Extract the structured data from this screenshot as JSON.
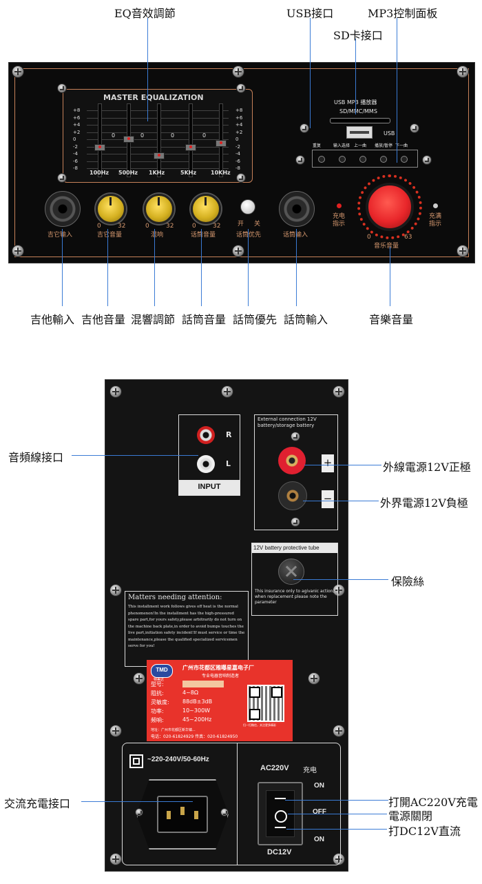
{
  "top_labels": {
    "eq": "EQ音效調節",
    "usb": "USB接口",
    "mp3": "MP3控制面板",
    "sd": "SD卡接口"
  },
  "bottom_labels": [
    "吉他輸入",
    "吉他音量",
    "混響調節",
    "話筒音量",
    "話筒優先",
    "話筒輸入",
    "音樂音量"
  ],
  "front_panel": {
    "eq_title": "MASTER EQUALIZATION",
    "eq_scale": [
      "+8",
      "+6",
      "+4",
      "+2",
      "0",
      "-2",
      "-4",
      "-6",
      "-8"
    ],
    "eq_bands": [
      "100Hz",
      "500Hz",
      "1KHz",
      "5KHz",
      "10KHz"
    ],
    "eq_zero": "0",
    "usb_title": "USB MP3 播放器",
    "sd_text": "SD/MMC/MMS",
    "usb_text": "USB",
    "mp3_buttons": [
      "重复",
      "输入选择",
      "上一曲",
      "播放/暂停",
      "下一曲"
    ],
    "controls": [
      "吉它输入",
      "吉它音量",
      "混响",
      "话筒音量",
      "话筒优先",
      "话筒输入",
      "音乐音量"
    ],
    "knob_min": "0",
    "knob_max": "32",
    "music_max": "63",
    "switch_on": "开",
    "switch_off": "关",
    "charge_indicator": "充电指示",
    "full_indicator": "充满指示"
  },
  "back_panel": {
    "input_label": "INPUT",
    "input_r": "R",
    "input_l": "L",
    "ext_title": "External connection 12V battery/storage battery",
    "plus": "+",
    "minus": "−",
    "fuse_title": "12V battery protective tube",
    "fuse_note": "This insurance only to agivanic action, when replacement please note the parameter",
    "notice_title": "Matters needing attention:",
    "notice_body": "This installment work follows gives off heat is the normal phenomenon!In the installment has the high-pressured spare part,for yours safety,please arbitrarily do not turn on the machine back plate,in order to avoid bumps touches the live part,initiation safety incident!If must service or time the maintenance,please the qualified specialized servicemen serve for you!",
    "voltage": "~220-240V/50-60Hz",
    "ac_label": "AC220V",
    "charge_label": "充电",
    "dc_label": "DC12V",
    "switch_on_top": "ON",
    "switch_off": "OFF",
    "switch_on_bottom": "ON",
    "sticker": {
      "logo": "TMD",
      "logo_sub": "特美达",
      "company": "广州市花都区雅曝星嘉电子厂",
      "company_sub": "专业电器音响制造者",
      "rows": [
        [
          "型号:",
          ""
        ],
        [
          "阻抗:",
          "4~8Ω"
        ],
        [
          "灵敏度:",
          "88dB±3dB"
        ],
        [
          "功率:",
          "10~300W"
        ],
        [
          "频响:",
          "45~200Hz"
        ]
      ],
      "address": "地址：广州市花都区新华镇...",
      "phone": "电话：020-61824929  传真：020-61824950",
      "qr_caption": "扫一扫微信，关注更多精彩"
    }
  },
  "back_labels": {
    "audio_in": "音頻線接口",
    "ext_plus": "外線電源12V正極",
    "ext_minus": "外界電源12V負極",
    "fuse": "保險絲",
    "ac_in": "交流充電接口",
    "ac_on": "打開AC220V充電",
    "off": "電源關閉",
    "dc_on": "打DC12V直流"
  },
  "colors": {
    "callout_line": "#3a7bd5",
    "panel_trim": "#c8825a",
    "sticker_red": "#e8332b",
    "music_knob": "#e8262a",
    "knob_yellow": "#f2d23a"
  }
}
